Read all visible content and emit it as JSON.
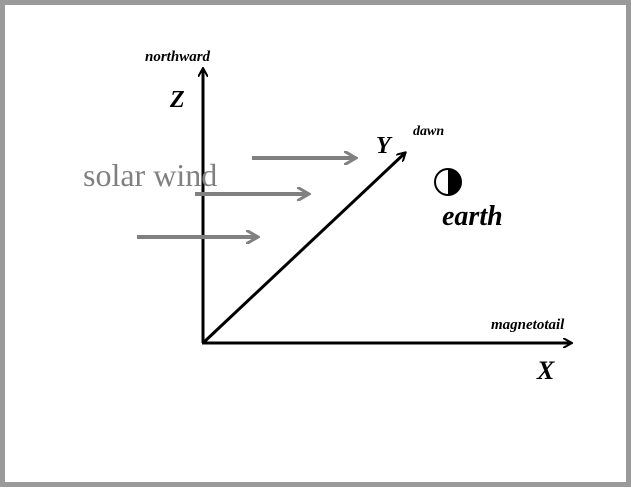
{
  "diagram": {
    "axes": {
      "z": {
        "letter": "Z",
        "direction": "northward"
      },
      "y": {
        "letter": "Y",
        "direction": "dawn"
      },
      "x": {
        "letter": "X",
        "direction": "magnetotail"
      }
    },
    "solar_wind": {
      "label": "solar wind",
      "color": "#808080"
    },
    "earth": {
      "label": "earth",
      "icon": "half-shaded-circle-icon"
    },
    "colors": {
      "axis": "#000000",
      "frame": "#9a9a9a",
      "wind": "#808080"
    }
  }
}
